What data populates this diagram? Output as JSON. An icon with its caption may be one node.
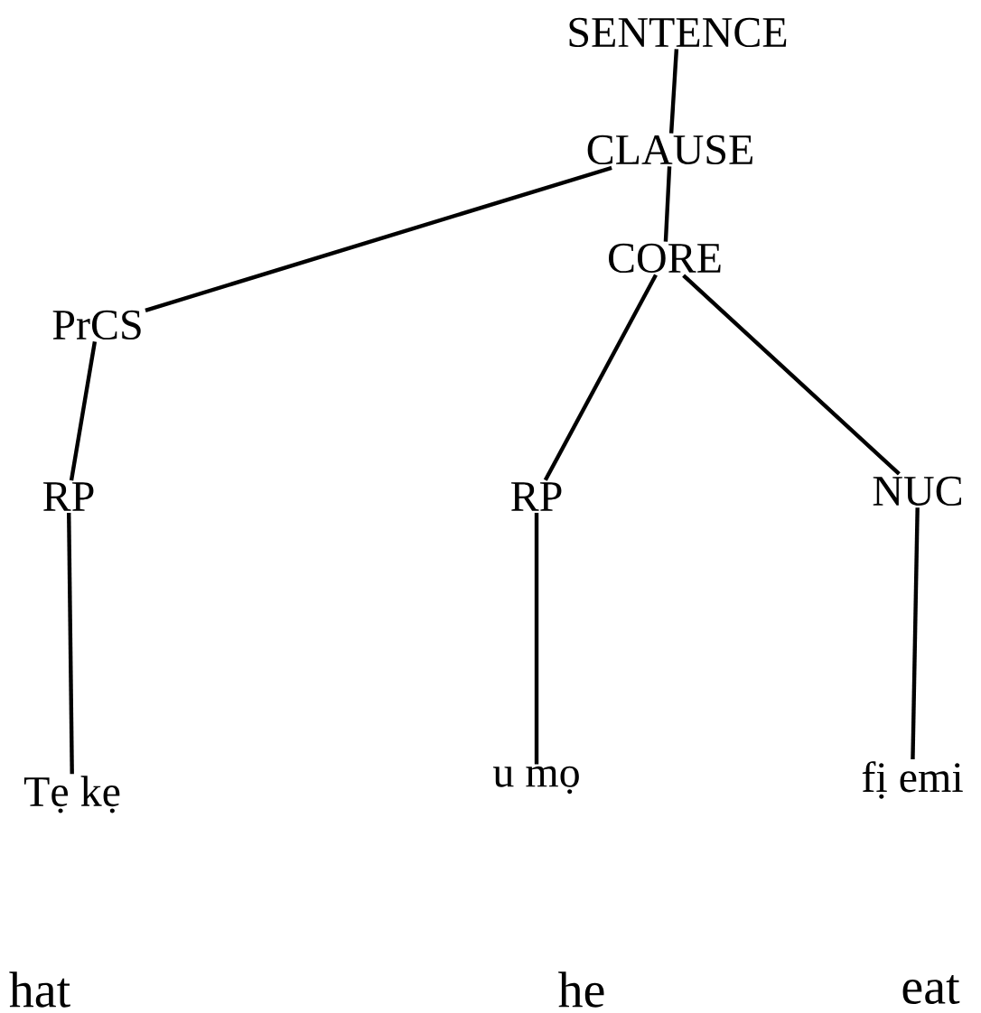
{
  "diagram": {
    "nodes": [
      {
        "text": [
          "SENTENCE"
        ]
      },
      {
        "text": [
          "CLAUSE"
        ]
      },
      {
        "text": [
          "CORE"
        ]
      },
      {
        "text": [
          "PrCS"
        ]
      },
      {
        "text": [
          "RP"
        ]
      },
      {
        "text": [
          "RP"
        ]
      },
      {
        "text": [
          "NUC"
        ]
      },
      {
        "text": [
          "Tẹ kẹ"
        ]
      },
      {
        "text": [
          "u mọ"
        ]
      },
      {
        "text": [
          "fị emi"
        ]
      }
    ],
    "edges": [
      {
        "from": 0,
        "to": 1,
        "arrow": "none"
      },
      {
        "from": 1,
        "to": 3,
        "arrow": "none"
      },
      {
        "from": 1,
        "to": 2,
        "arrow": "none"
      },
      {
        "from": 2,
        "to": 5,
        "arrow": "none"
      },
      {
        "from": 2,
        "to": 6,
        "arrow": "none"
      },
      {
        "from": 3,
        "to": 4,
        "arrow": "none"
      },
      {
        "from": 4,
        "to": 7,
        "arrow": "none"
      },
      {
        "from": 5,
        "to": 8,
        "arrow": "none"
      },
      {
        "from": 6,
        "to": 9,
        "arrow": "none"
      }
    ],
    "labels": [
      "hat",
      "he",
      "eat"
    ]
  }
}
